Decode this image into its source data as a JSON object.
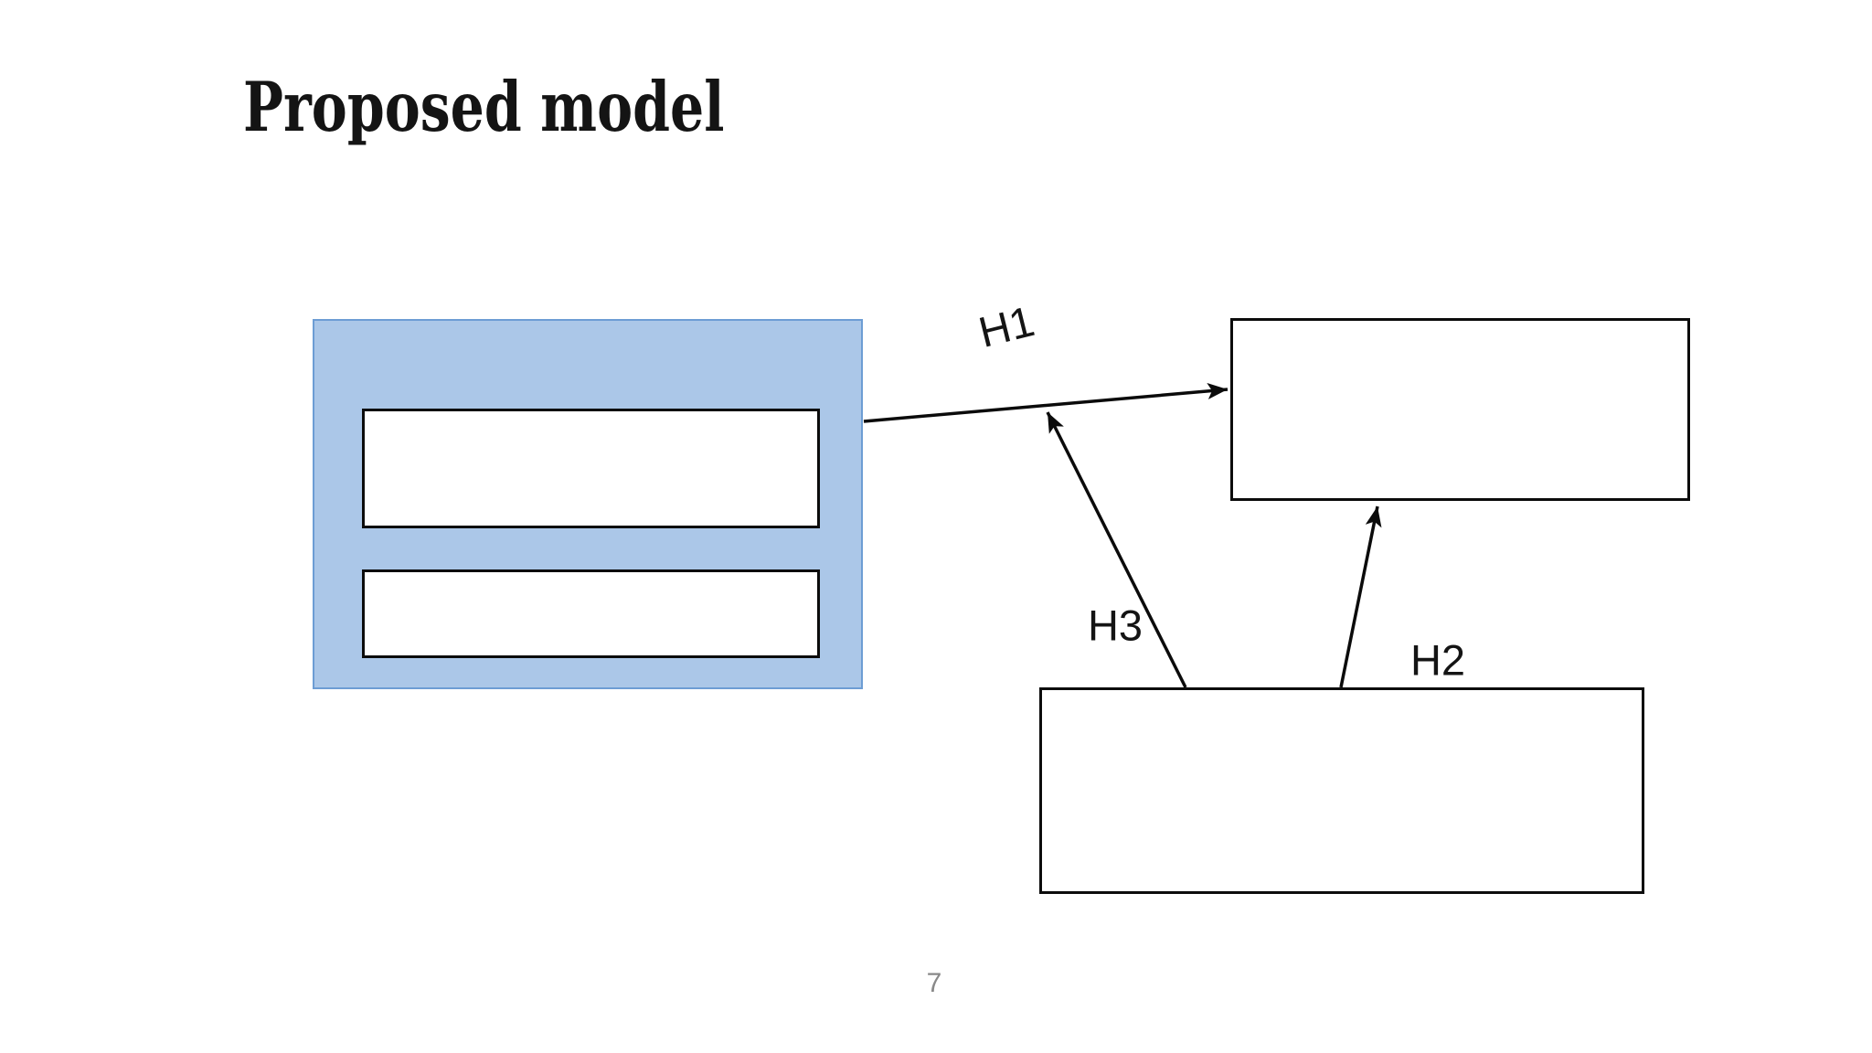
{
  "slide": {
    "title": "Proposed model",
    "page_number": "7"
  },
  "diagram": {
    "labels": {
      "h1": "H1",
      "h2": "H2",
      "h3": "H3"
    },
    "boxes": {
      "left_group": "blue container with two empty white boxes",
      "top_right": "empty white box",
      "bottom_right": "empty white box"
    },
    "arrows": [
      {
        "name": "h1-arrow",
        "from": "left-blue-panel",
        "to": "top-right-box"
      },
      {
        "name": "h3-arrow",
        "from": "bottom-right-box",
        "to": "h1-arrow-line"
      },
      {
        "name": "h2-arrow",
        "from": "bottom-right-box",
        "to": "top-right-box"
      }
    ]
  },
  "colors": {
    "background": "#ffffff",
    "title_text": "#141414",
    "blue_panel_fill": "#abc7e8",
    "blue_panel_border": "#6d9dd4",
    "box_border": "#0c0c0c",
    "box_fill": "#ffffff",
    "arrow": "#0b0b0b",
    "page_number_text": "#898989"
  }
}
